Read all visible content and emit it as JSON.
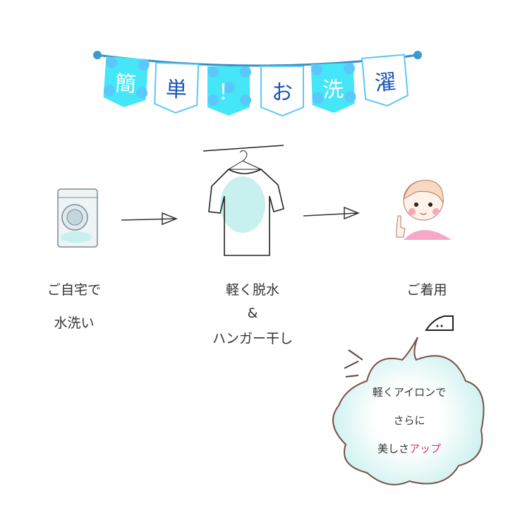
{
  "banner": {
    "flags": [
      {
        "char": "簡",
        "style": "filled"
      },
      {
        "char": "単",
        "style": "outline"
      },
      {
        "char": "！",
        "style": "filled"
      },
      {
        "char": "お",
        "style": "outline"
      },
      {
        "char": "洗",
        "style": "filled"
      },
      {
        "char": "濯",
        "style": "outline"
      }
    ]
  },
  "steps": [
    {
      "lines": [
        "ご自宅で",
        "水洗い"
      ],
      "icon": "washing-machine-icon"
    },
    {
      "lines": [
        "軽く脱水",
        "&",
        "ハンガー干し"
      ],
      "icon": "shirt-on-hanger-icon"
    },
    {
      "lines": [
        "ご着用"
      ],
      "icon": "woman-icon"
    }
  ],
  "bubble": {
    "line1": "軽くアイロンで",
    "line2": "さらに",
    "line3_plain": "美しさ",
    "line3_accent": "アップ"
  },
  "colors": {
    "cyan": "#44e6f8",
    "blue": "#1a56b8",
    "dot": "#5ac8fa",
    "accent": "#d0307a",
    "cloud": "#c8f0ee"
  }
}
